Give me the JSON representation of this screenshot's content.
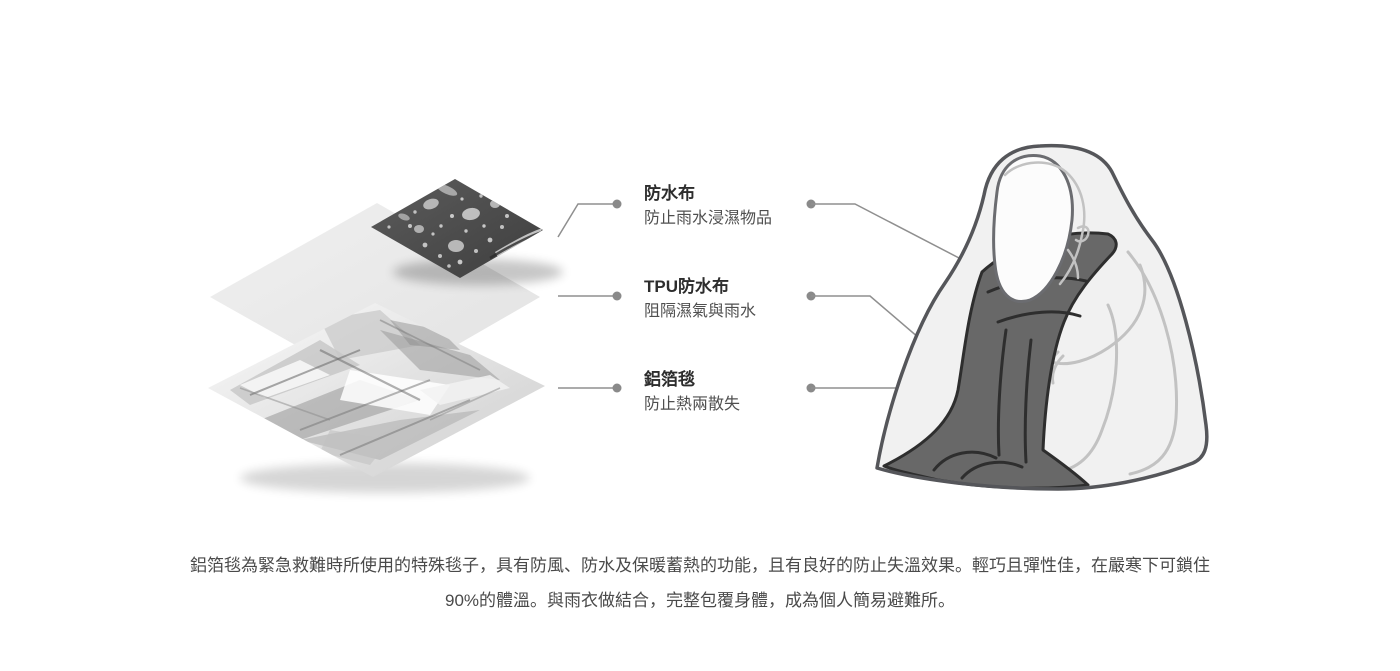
{
  "diagram": {
    "title_context": "emergency aluminum foil blanket raincoat layers",
    "layers": [
      {
        "key": "waterproof-fabric",
        "name_label": "防水布",
        "description": "防止雨水浸濕物品"
      },
      {
        "key": "tpu-waterproof-fabric",
        "name_label": "TPU防水布",
        "description": "阻隔濕氣與雨水"
      },
      {
        "key": "aluminum-foil-blanket",
        "name_label": "鋁箔毯",
        "description": "防止熱兩散失"
      }
    ]
  },
  "caption": {
    "line1": "鋁箔毯為緊急救難時所使用的特殊毯子，具有防風、防水及保暖蓄熱的功能，且有良好的防止失溫效果。輕巧且彈性佳，在嚴寒下可鎖住",
    "line2": "90%的體溫。與雨衣做結合，完整包覆身體，成為個人簡易避難所。"
  },
  "icons": {
    "layer_stack": "exploded-layer-stack-graphic",
    "person": "crouching-person-in-poncho-graphic"
  },
  "colors": {
    "background": "#ffffff",
    "label_title_text": "#2d2d2d",
    "label_desc_text": "#4f4f4f",
    "caption_text": "#4a4a4a",
    "leader_line": "#8f8f8f",
    "leader_dot": "#8a8a8a",
    "tpu_layer_fill": "#e9e9e9",
    "fabric_layer_fill": "#4c4c4c",
    "foil_highlight": "#f5f5f5",
    "poncho_fill": "#f1f1f1",
    "poncho_outline": "#55565a",
    "foil_wrap_fill": "#686868",
    "foil_wrap_outline": "#2e2e2e",
    "inner_figure_line": "#c2c2c2"
  }
}
